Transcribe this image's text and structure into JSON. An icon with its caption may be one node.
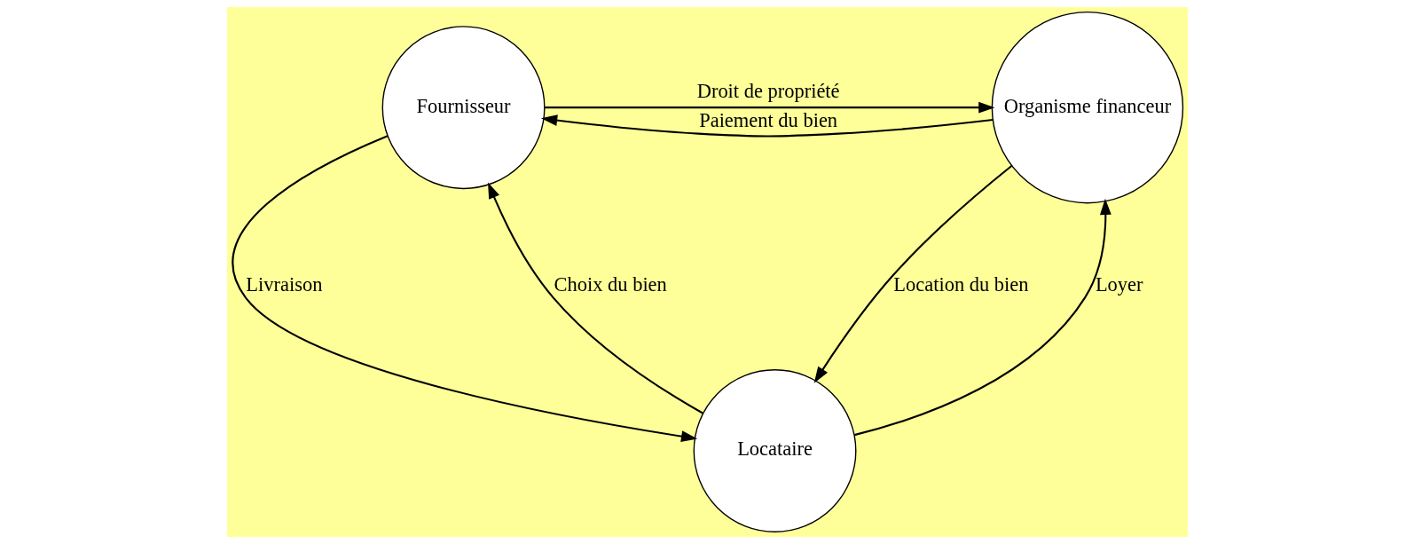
{
  "diagram": {
    "nodes": [
      {
        "text": [
          "Fournisseur"
        ]
      },
      {
        "text": [
          "Organisme financeur"
        ]
      },
      {
        "text": [
          "Locataire"
        ]
      }
    ],
    "edges": [
      {
        "from": 0,
        "to": 1,
        "arrow": "to",
        "label": "Droit de propriété"
      },
      {
        "from": 1,
        "to": 0,
        "arrow": "to",
        "label": "Paiement du bien"
      },
      {
        "from": 0,
        "to": 2,
        "arrow": "to",
        "label": "Livraison"
      },
      {
        "from": 2,
        "to": 0,
        "arrow": "to",
        "label": "Choix du bien"
      },
      {
        "from": 2,
        "to": 1,
        "arrow": "to",
        "label": "Loyer"
      },
      {
        "from": 1,
        "to": 2,
        "arrow": "to",
        "label": "Location du bien"
      }
    ]
  }
}
